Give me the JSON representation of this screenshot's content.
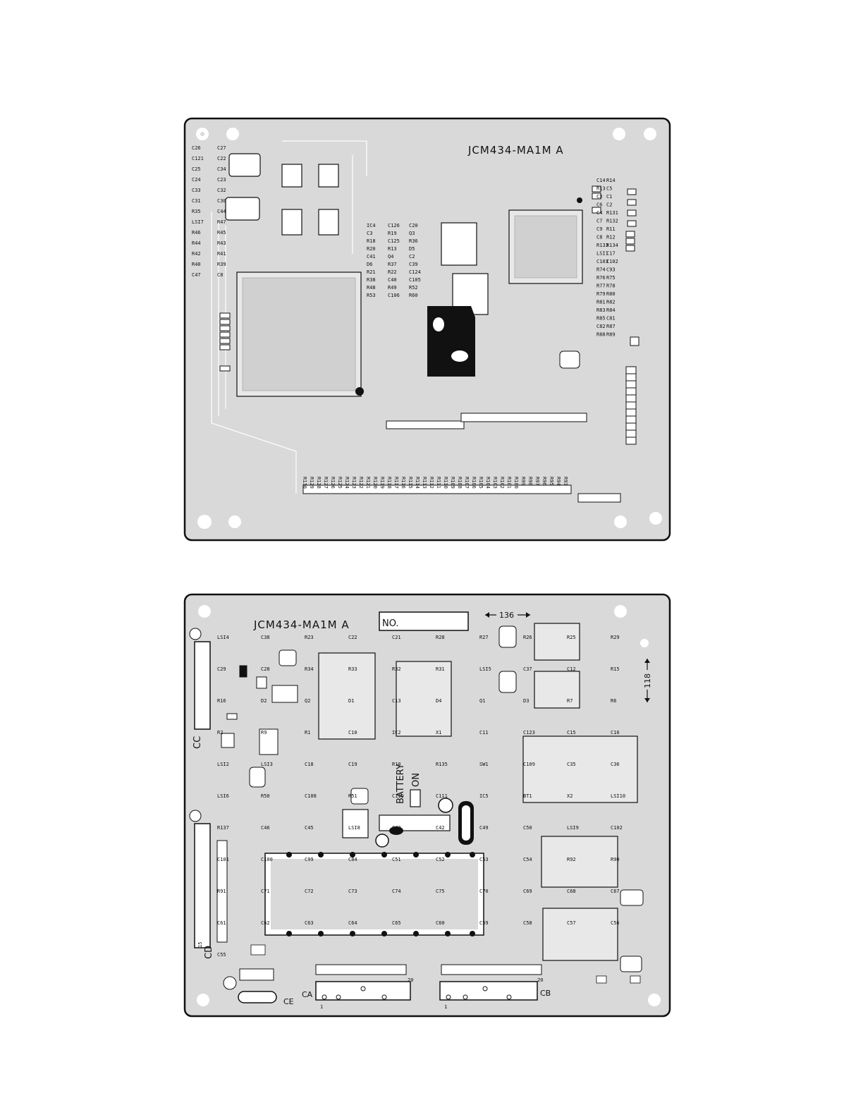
{
  "top_board": {
    "title": "JCM434-MA1M A",
    "labels_left": [
      "C26",
      "C27",
      "C121",
      "C22",
      "C25",
      "C34",
      "C24",
      "C23",
      "C33",
      "C32",
      "C31",
      "C30",
      "R35",
      "C44",
      "LSI7",
      "R47",
      "R46",
      "R45",
      "R44",
      "R43",
      "R42",
      "R41",
      "R40",
      "R39",
      "C47",
      "C8"
    ],
    "labels_mid": [
      "IC4",
      "C126",
      "C20",
      "C3",
      "R19",
      "Q3",
      "R18",
      "C125",
      "R36",
      "R20",
      "R13",
      "D5",
      "C41",
      "Q4",
      "C2",
      "D6",
      "R37",
      "C39",
      "R21",
      "R22",
      "C124",
      "R38",
      "C40",
      "C105",
      "R48",
      "R49",
      "R52",
      "R53",
      "C106",
      "R60"
    ],
    "labels_right": [
      "C14",
      "R14",
      "R13",
      "C5",
      "C3",
      "C1",
      "C6",
      "C2",
      "C4",
      "R131",
      "C7",
      "R132",
      "C9",
      "R11",
      "C8",
      "R12",
      "R133",
      "R134",
      "LSI1",
      "C17",
      "C103",
      "C102",
      "R74",
      "C93",
      "R76",
      "R75",
      "R77",
      "R78",
      "R79",
      "R80",
      "R81",
      "R82",
      "R83",
      "R84",
      "R85",
      "C81",
      "C82",
      "R87",
      "R88",
      "R89"
    ],
    "labels_bottom": [
      "R130",
      "R129",
      "R128",
      "R127",
      "R126",
      "R125",
      "R124",
      "R123",
      "R122",
      "R121",
      "R120",
      "R119",
      "R118",
      "R117",
      "R116",
      "R115",
      "R114",
      "R113",
      "R112",
      "R111",
      "R110",
      "R109",
      "R108",
      "R107",
      "R106",
      "R105",
      "R104",
      "R103",
      "R102",
      "R101",
      "R100",
      "R99",
      "R98",
      "R97",
      "R96",
      "R95",
      "R94",
      "R93"
    ]
  },
  "bottom_board": {
    "title": "JCM434-MA1M A",
    "no_label": "NO.",
    "dimension_136": "136",
    "dimension_118": "118",
    "battery_label": "BATTERY",
    "on_label": "ON",
    "connectors": {
      "cc": "CC",
      "cd": "CD",
      "ca": "CA",
      "cb": "CB",
      "ce": "CE"
    },
    "connector_pin_20": "20",
    "connector_pin_1": "1",
    "connector_pin_15": "15",
    "labels": [
      "LSI4",
      "C38",
      "R23",
      "C22",
      "C21",
      "R28",
      "R27",
      "R26",
      "R25",
      "R29",
      "C29",
      "C28",
      "R34",
      "R33",
      "R32",
      "R31",
      "LSI5",
      "C37",
      "C12",
      "R15",
      "R16",
      "D2",
      "Q2",
      "D1",
      "C13",
      "D4",
      "Q1",
      "D3",
      "R7",
      "R6",
      "R2",
      "R9",
      "R1",
      "C10",
      "IC2",
      "X1",
      "C11",
      "C123",
      "C15",
      "C16",
      "LSI2",
      "LSI3",
      "C18",
      "C19",
      "R10",
      "R135",
      "SW1",
      "C109",
      "C35",
      "C36",
      "LSI6",
      "R50",
      "C108",
      "R51",
      "C110",
      "C111",
      "IC5",
      "BT1",
      "X2",
      "LSI10",
      "R137",
      "C46",
      "C45",
      "LSI8",
      "C43",
      "C42",
      "C49",
      "C50",
      "LSI9",
      "C102",
      "C101",
      "C100",
      "C99",
      "C84",
      "C51",
      "C52",
      "C53",
      "C54",
      "R92",
      "R90",
      "R91",
      "C71",
      "C72",
      "C73",
      "C74",
      "C75",
      "C70",
      "C69",
      "C68",
      "C67",
      "C61",
      "C62",
      "C63",
      "C64",
      "C65",
      "C60",
      "C59",
      "C58",
      "C57",
      "C56",
      "C55"
    ]
  }
}
